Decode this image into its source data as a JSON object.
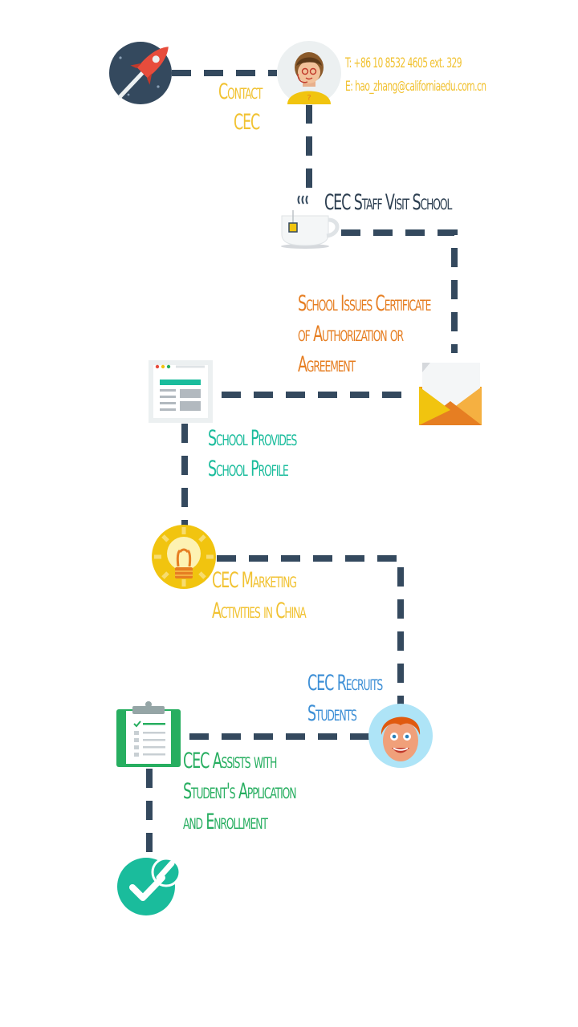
{
  "colors": {
    "connector": "#34495e",
    "yellow": "#f1c232",
    "orange": "#e67e22",
    "teal": "#1abc9c",
    "blue": "#3d8fd6",
    "green": "#27ae60",
    "dark": "#2c3e50"
  },
  "contact": {
    "phone": "T: +86 10 8532 4605 ext. 329",
    "email": "E: hao_zhang@californiaedu.com.cn"
  },
  "steps": [
    {
      "icon": "rocket-icon",
      "lines": []
    },
    {
      "icon": "support-agent-icon",
      "lines": [
        "Contact",
        "CEC"
      ],
      "color": "yellow"
    },
    {
      "icon": "coffee-cup-icon",
      "lines": [
        "CEC Staff Visit School"
      ],
      "color": "dark"
    },
    {
      "icon": "envelope-icon",
      "lines": [
        "School Issues Certificate",
        "of Authorization or",
        "Agreement"
      ],
      "color": "orange"
    },
    {
      "icon": "webpage-icon",
      "lines": [
        "School Provides",
        "School Profile"
      ],
      "color": "teal"
    },
    {
      "icon": "lightbulb-icon",
      "lines": [
        "CEC Marketing",
        "Activities in China"
      ],
      "color": "yellow"
    },
    {
      "icon": "student-face-icon",
      "lines": [
        "CEC Recruits",
        "Students"
      ],
      "color": "blue"
    },
    {
      "icon": "clipboard-icon",
      "lines": [
        "CEC Assists with",
        "Student's Application",
        "and Enrollment"
      ],
      "color": "green"
    },
    {
      "icon": "checkmark-icon",
      "lines": []
    }
  ]
}
